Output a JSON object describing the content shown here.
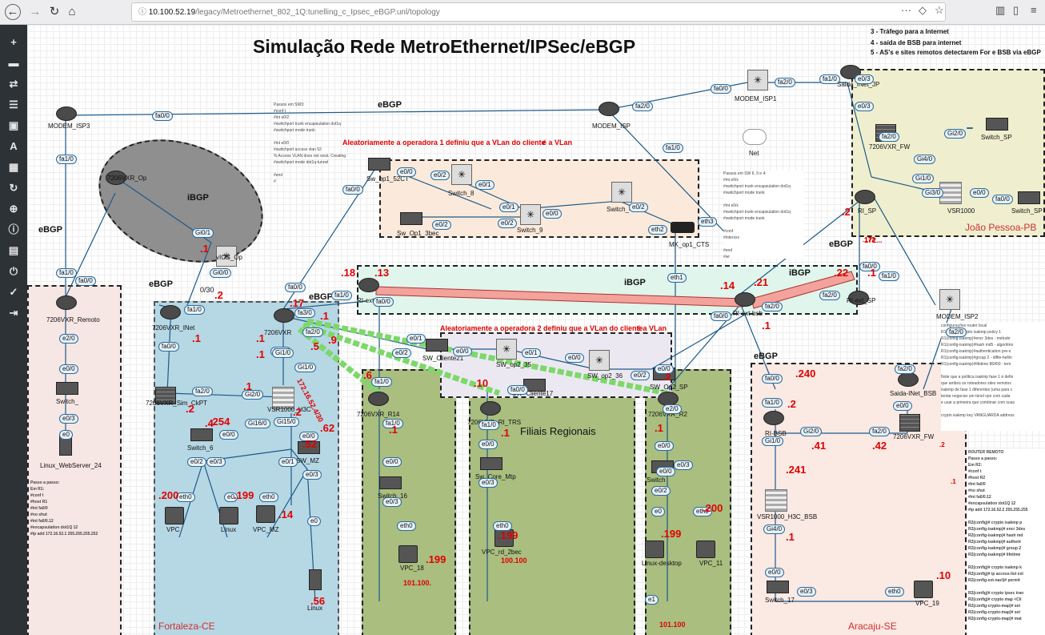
{
  "browser": {
    "url_host": "10.100.52.19",
    "url_path": "/legacy/Metroethernet_802_1Q:tunelling_c_Ipsec_eBGP.unl/topology",
    "menu_dots": "···"
  },
  "sidebar": [
    "plus",
    "node",
    "net",
    "config",
    "picture",
    "text",
    "grid",
    "refresh",
    "zoom",
    "info",
    "list",
    "power",
    "check",
    "logout"
  ],
  "title": "Simulação Rede MetroEthernet/IPSec/eBGP",
  "top_notes": [
    "3 - Tráfego para a Internet",
    "4 - saída de BSB para internet",
    "5 - AS's e sites remotos detectarem For e BSB via eBGP"
  ],
  "areas": {
    "fortaleza": "Fortaleza-CE",
    "joao_pessoa": "João Pessoa-PB",
    "aracaju": "Aracaju-SE",
    "filiais": "Filiais Regionais"
  },
  "protocols": {
    "ebgp": "eBGP",
    "ibgp": "iBGP"
  },
  "vlan_notes": {
    "op1": "Aleatoriamente a operadora 1 definiu que a VLan do cliente",
    "op1_tail": "é a VLan",
    "op2": "Aleatoriamente a operadora 2 definiu que a VLan do cliente",
    "op2_tail": "é a VLan"
  },
  "nodes": {
    "modem_isp3": "MODEM_ISP3",
    "modem_isp": "MODEM_ISP",
    "modem_isp1": "MODEM_ISP1",
    "saida_inet_jp": "Saida_INet_JP",
    "fw_jp": "7206VXR_FW",
    "switch_sp": "Switch_SP",
    "vsr1000": "VSR1000",
    "ri_sp": "RI_SP",
    "switch_sp2": "Switch_SP",
    "r_op": "7206VXR_Op",
    "vios_op": "vIOS_Op",
    "sw_bp1": "Sw_bp1_52CT",
    "switch_8": "Switch_8",
    "switch_9": "Switch_9",
    "switch_4": "Switch_4",
    "sw_op1": "Sw_Op1_3bec",
    "mk_op1": "MK_op1_CTS",
    "net": "Net",
    "r_remoto": "7206VXR_Remoto",
    "switch_left": "Switch_",
    "linux_web": "Linux_WebServer_24",
    "r_inet": "7206VXR_INet",
    "r_fortal": "7206VXR",
    "ri_ext": "RI-ext",
    "ri_ext_bsb": "RI-ext-bsb",
    "ri_ext_sp": "RI-ext_SP",
    "modem_isp2": "MODEM_ISP2",
    "sw_cliente21": "SW_Cliente21",
    "sw_op2_35": "SW_op2_35",
    "sw_op2_36": "SW_op2_36",
    "sw_op2_sp": "SW_Op2_SP",
    "sw_cliente17": "SW_Cliente17",
    "fw_sim": "7206VXR_Sim_CkPT",
    "vsr_h3c": "VSR1000_H3C",
    "switch_6": "Switch_6",
    "sw_mz": "SW_MZ",
    "vpc_f1": "VPC",
    "linux_f": "Linux",
    "vpc_mz": "VPC_MZ",
    "linux_f2": "Linux",
    "r14": "7206VXR_R14",
    "switch_16": "Switch_16",
    "vpc_18": "VPC_18",
    "r_trs": "7206VXR_RI_TRS",
    "sw_core": "Sw_Core_Mtp",
    "vpc_rd": "VPC_rd_2bec",
    "r2": "7206VXR_R2",
    "switch_r2": "Switch",
    "linux_desk": "Linux-desktop",
    "vpc_11": "VPC_11",
    "ri_bsb": "RI-BSB",
    "saida_bsb": "Saida-INet_BSB",
    "vsr_bsb": "VSR1000_H3C_BSB",
    "fw_bsb": "7206VXR_FW",
    "switch_17": "Switch_17",
    "vpc_19": "VPC_19"
  },
  "ports": [
    "fa0/0",
    "fa2/0",
    "fa2/0",
    "fa0/0",
    "fa1/0",
    "fa0/0",
    "fa1/0",
    "Gi0/1",
    "Gi0/0",
    "e0/0",
    "e0/2",
    "e0/1",
    "e0/1",
    "e0/0",
    "e0/2",
    "eth2",
    "eth3",
    "e0/2",
    "e0/2",
    "fa0/0",
    "fa1/0",
    "fa0/0",
    "fa1/0",
    "fa0/0",
    "e2/0",
    "e0/0",
    "e0/3",
    "e0",
    "fa1/0",
    "fa0/0",
    "fa1/0",
    "fa3/0",
    "fa2/0",
    "Gi1/0",
    "Gi1/0",
    "fa2/0",
    "Gi2/0",
    "Gi16/0",
    "Gi15/0",
    "e0/0",
    "e0/0",
    "e0/2",
    "e0/3",
    "e0/1",
    "e0/3",
    "eth0",
    "e0",
    "eth0",
    "e0",
    "e0/0",
    "e0/1",
    "e0/1",
    "e0/0",
    "e0/2",
    "e0/2",
    "e0/0",
    "eth1",
    "fa0/0",
    "fa2/0",
    "fa0/0",
    "fa2/0",
    "fa1/0",
    "fa2/0",
    "fa1/0",
    "fa1/0",
    "e0/0",
    "e0/3",
    "eth0",
    "fa0/0",
    "fa1/0",
    "e0/0",
    "e0/3",
    "eth0",
    "e0/0",
    "e2/0",
    "e0/0",
    "e0/3",
    "e0/2",
    "e0",
    "eth0",
    "e1",
    "fa0/0",
    "fa1/0",
    "Gi1/0",
    "Gi2/0",
    "fa2/0",
    "Gi4/0",
    "e0/0",
    "e0/3",
    "eth0",
    "fa2/0",
    "e0/0",
    "e0/3",
    "Gi2/0",
    "Gi4/0",
    "Gi1/0",
    "Gi3/0",
    "e0/0",
    "fa0/0",
    "fa2/0",
    "fa1/0",
    "e0/3"
  ],
  "ips": [
    ".1",
    ".2",
    ".1",
    ".1",
    ".2",
    ".4",
    ".1",
    ".2",
    ".52",
    ".1",
    ".254",
    ".62",
    ".200",
    ".199",
    ".14",
    ".56",
    ".6",
    ".1",
    ".199",
    ".10",
    ".1",
    ".199",
    ".2",
    ".1",
    ".200",
    ".199",
    ".18",
    ".13",
    ".17",
    ".1",
    ".5",
    ".9",
    ".14",
    ".21",
    ".1",
    ".22",
    ".1",
    ".2",
    ".240",
    ".241",
    ".41",
    ".42",
    ".1",
    ".10",
    ".2",
    ".172",
    ".2",
    ".1"
  ],
  "red_notes": {
    "vpc18_ip": "101.100.",
    "vpc_rd_ip": "100.100",
    "r2_ip": "101.100",
    "link_172": "172.16.52.4/30",
    "jp_172": "172...",
    "mask30": "0/30"
  },
  "config_notes": {
    "switch_notes": "Passos em SW3:\n#conf t\n#int e0/2\n#switchport trunk encapsulation dot1q\n#switchport mode trunk\n\n#int e0/0\n#switchport access vlan 52\n% Access VLAN does not exist. Creating\n#switchport mode dot1q-tunnel\n\n#end\n#",
    "sw_6_4": "Passos em SW 6, 9 e 4:\n#int e0/x\n#switchport trunk encapsulation dot1q\n#switchport mode trunk\n\n#int e0/x\n#switchport trunk encapsulation dot1q\n#switchport mode trunk\n\n#conf\n#interxxx\n\n#end\n#wr",
    "crypto_notes": "configurações router local\nR1(config)#crypto isakmp policy 1\nR1(config-isakmp)#encr 3des - método\nR1(config-isakmp)#hash md5 - algoritmo\nR1(config-isakmp)#authentication pre-s\nR1(config-isakmp)#group 2 - diffie-hellm\nR1(config-isakmp)#lifetime 86400 - tem\n\nNote que a política isakmp fase 1 é defin\nque ambos os roteadores sites remotos\nisakmp de fase 1 diferentes (uma para c\ntentar negociar um túnel vpn com cada\ne usar a primeira que combinar com suas\n\ncrypto isakmp key VANGUARDA address",
    "router_remoto": "ROUTER REMOTO\nPasso a passo:\nEm R2:\n#conf t\n#host R2\n#int fa0/0\n#no shut\n#int fa0/0.12\n#encapsulation dot1Q 12\n#ip add 172.16.52.2 255.255.255\n\nR2(config)# crypto isakmp p\nR2(config-isakmp)# encr 3des\nR2(config-isakmp)# hash md\nR2(config-isakmp)# authent\nR2(config-isakmp)# group 2\nR2(config-isakmp)# lifetime\n\nR2(config)# crypto isakmp k\nR2(config)# ip access-list ext\nR2(config-ext-nacl)# permit\n\nR2(config)# crypto ipsec tran\nR2(config)# crypto map <Cli\nR2(config-crypto-map)# set\nR2(config-crypto-map)# set\nR2(config-crypto-map)# mat",
    "left_steps": "Passo a passo:\nEm R1:\n#conf t\n#host R1\n#int fa0/0\n#no shut\n#int fa0/0.12\n#encapsulation dot1Q 12\n#ip add 172.16.52.1 255.255.255.252"
  }
}
